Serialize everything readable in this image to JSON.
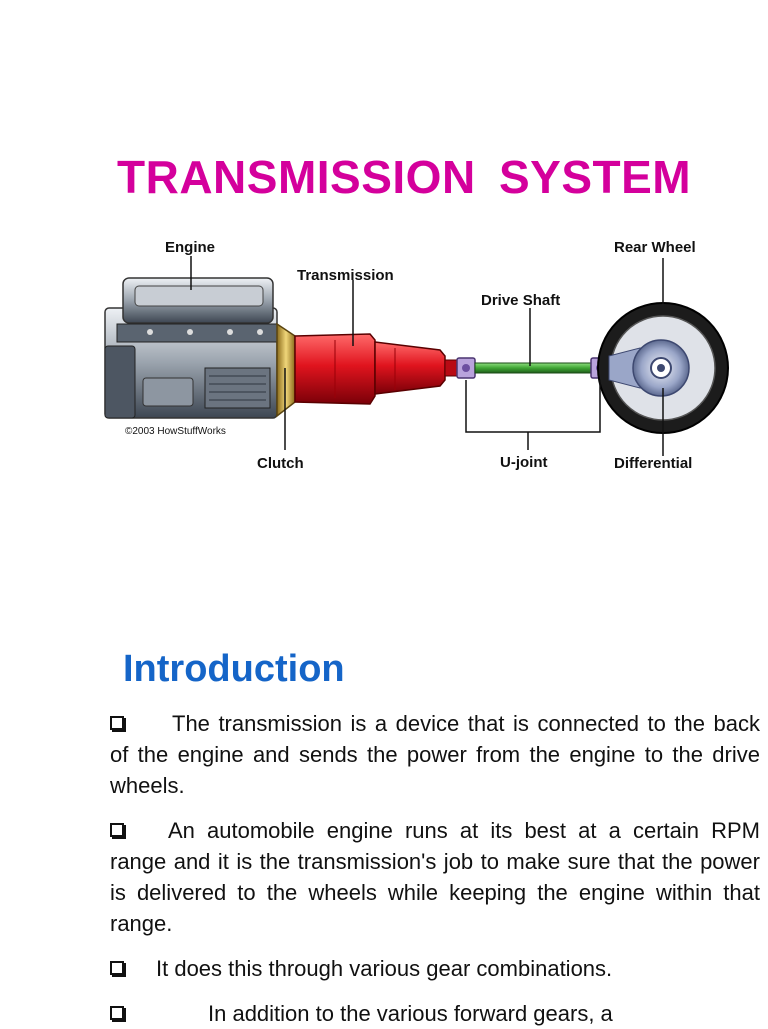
{
  "title": "TRANSMISSION SYSTEM",
  "diagram": {
    "labels": {
      "engine": "Engine",
      "transmission": "Transmission",
      "drive_shaft": "Drive Shaft",
      "rear_wheel": "Rear Wheel",
      "clutch": "Clutch",
      "u_joint": "U-joint",
      "differential": "Differential"
    },
    "copyright": "©2003 HowStuffWorks"
  },
  "section": {
    "heading": "Introduction",
    "bullets": [
      "The transmission is a device that is connected to the back of the engine and sends the power from the engine to the drive wheels.",
      "An automobile engine runs at its best at a certain RPM range and it is the transmission's job to make sure that the power is delivered to the wheels while keeping the engine within that range.",
      "It does this through various gear combinations.",
      "In addition to the various forward gears, a"
    ]
  },
  "colors": {
    "title": "#d4009c",
    "heading": "#1565c8",
    "transmission": "#e0141e",
    "drive_shaft": "#3fa535",
    "u_joint": "#9b7bc4",
    "clutch": "#d9b24a"
  }
}
